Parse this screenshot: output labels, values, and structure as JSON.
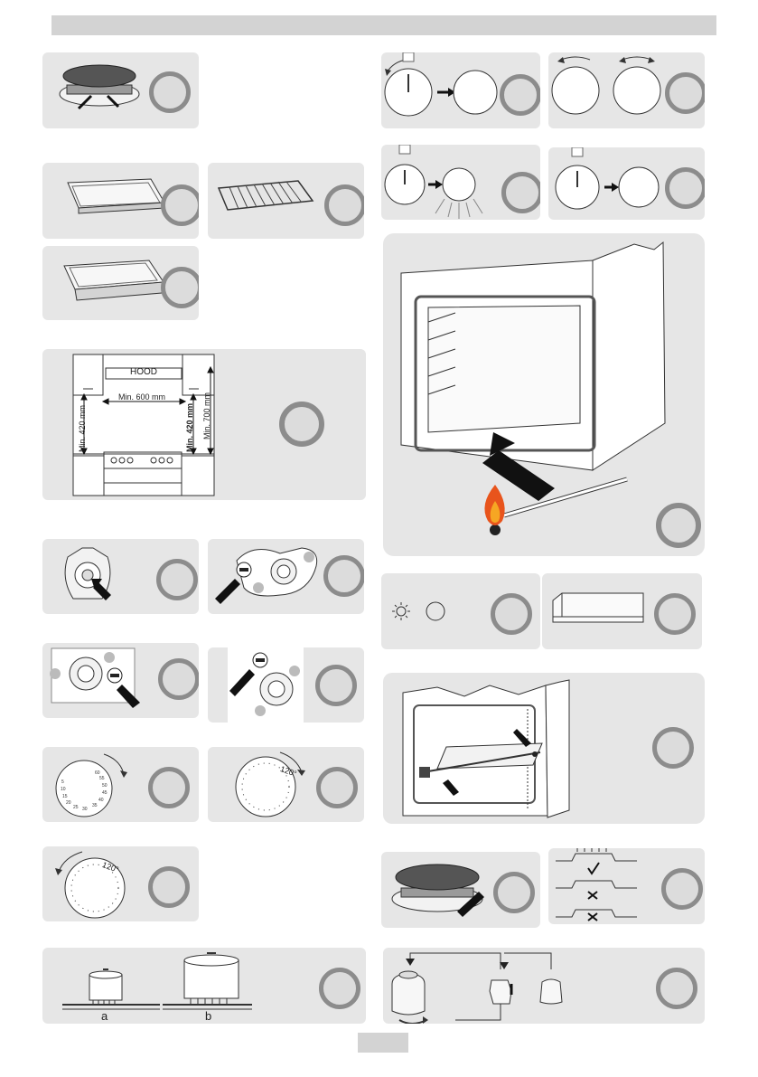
{
  "installation": {
    "hood_label": "HOOD",
    "min_width": "Min. 600 mm",
    "min_side_left": "Min. 420 mm",
    "min_side_right": "Min. 420 mm",
    "min_height": "Min. 700 mm"
  },
  "thermostat": {
    "max_mark": "120°"
  },
  "pans": {
    "label_a": "a",
    "label_b": "b"
  },
  "icons": {
    "accent": "#8c8c8c",
    "panel": "#e6e6e6",
    "flame_outer": "#e8541c",
    "flame_inner": "#f6a623"
  }
}
